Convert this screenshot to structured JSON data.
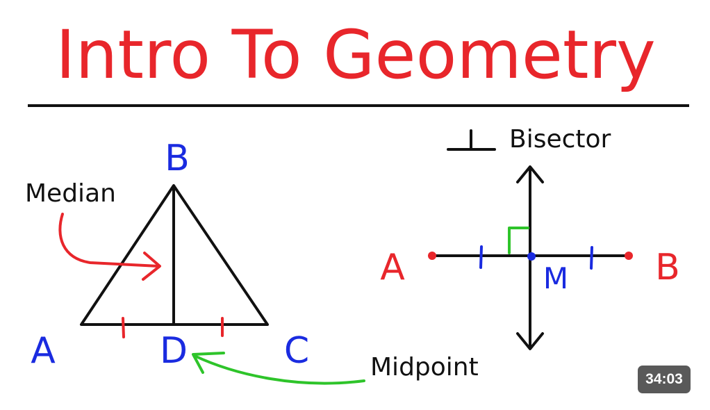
{
  "title": "Intro To Geometry",
  "duration": "34:03",
  "triangle": {
    "vertex_top": "B",
    "vertex_left": "A",
    "vertex_right": "C",
    "midpoint": "D",
    "median_label": "Median",
    "midpoint_label": "Midpoint"
  },
  "bisector": {
    "symbol": "⊥",
    "label": "Bisector",
    "left_point": "A",
    "right_point": "B",
    "midpoint": "M"
  },
  "colors": {
    "title": "#e8262b",
    "blue": "#1a2be0",
    "red": "#e8262b",
    "green": "#2ec42a",
    "black": "#111111"
  }
}
